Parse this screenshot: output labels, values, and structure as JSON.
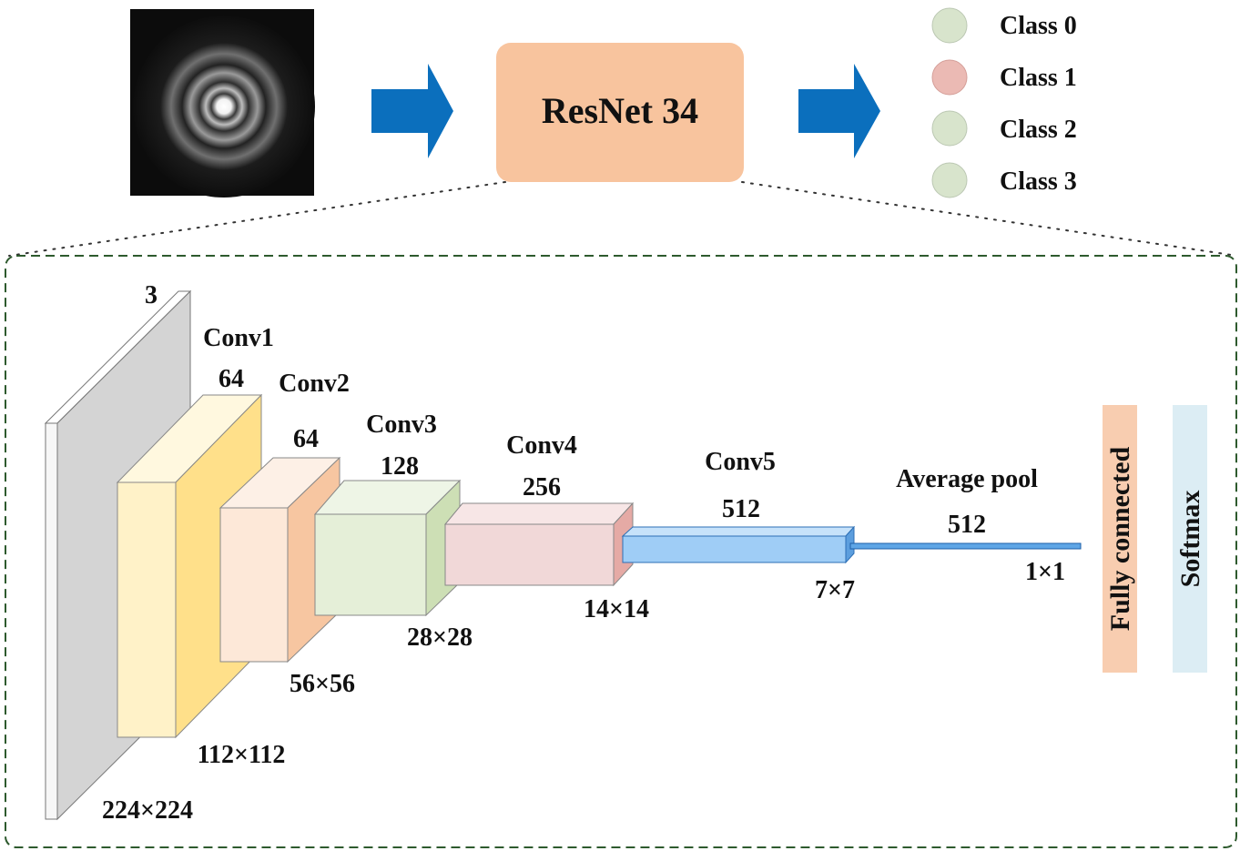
{
  "model": {
    "label": "ResNet 34",
    "fill": "#f8c49e",
    "arrow_color": "#0b6fbd"
  },
  "input_image": {
    "description_icon": "diffraction-ring-pattern-image"
  },
  "classes": [
    {
      "label": "Class 0",
      "color": "#d8e4cc"
    },
    {
      "label": "Class 1",
      "color": "#ebbab4"
    },
    {
      "label": "Class 2",
      "color": "#d8e4cc"
    },
    {
      "label": "Class 3",
      "color": "#d8e4cc"
    }
  ],
  "layers": {
    "input": {
      "channels": "3",
      "size": "224×224"
    },
    "conv1": {
      "name": "Conv1",
      "channels": "64",
      "size": "112×112"
    },
    "conv2": {
      "name": "Conv2",
      "channels": "64",
      "size": "56×56"
    },
    "conv3": {
      "name": "Conv3",
      "channels": "128",
      "size": "28×28"
    },
    "conv4": {
      "name": "Conv4",
      "channels": "256",
      "size": "14×14"
    },
    "conv5": {
      "name": "Conv5",
      "channels": "512",
      "size": "7×7"
    },
    "avgpool": {
      "name": "Average pool",
      "channels": "512",
      "size": "1×1"
    }
  },
  "heads": {
    "fc": {
      "label": "Fully connected",
      "color": "#f8cdb0"
    },
    "softmax": {
      "label": "Softmax",
      "color": "#dcedf4"
    }
  },
  "detail_box": {
    "border_color": "#2e5a2e"
  }
}
